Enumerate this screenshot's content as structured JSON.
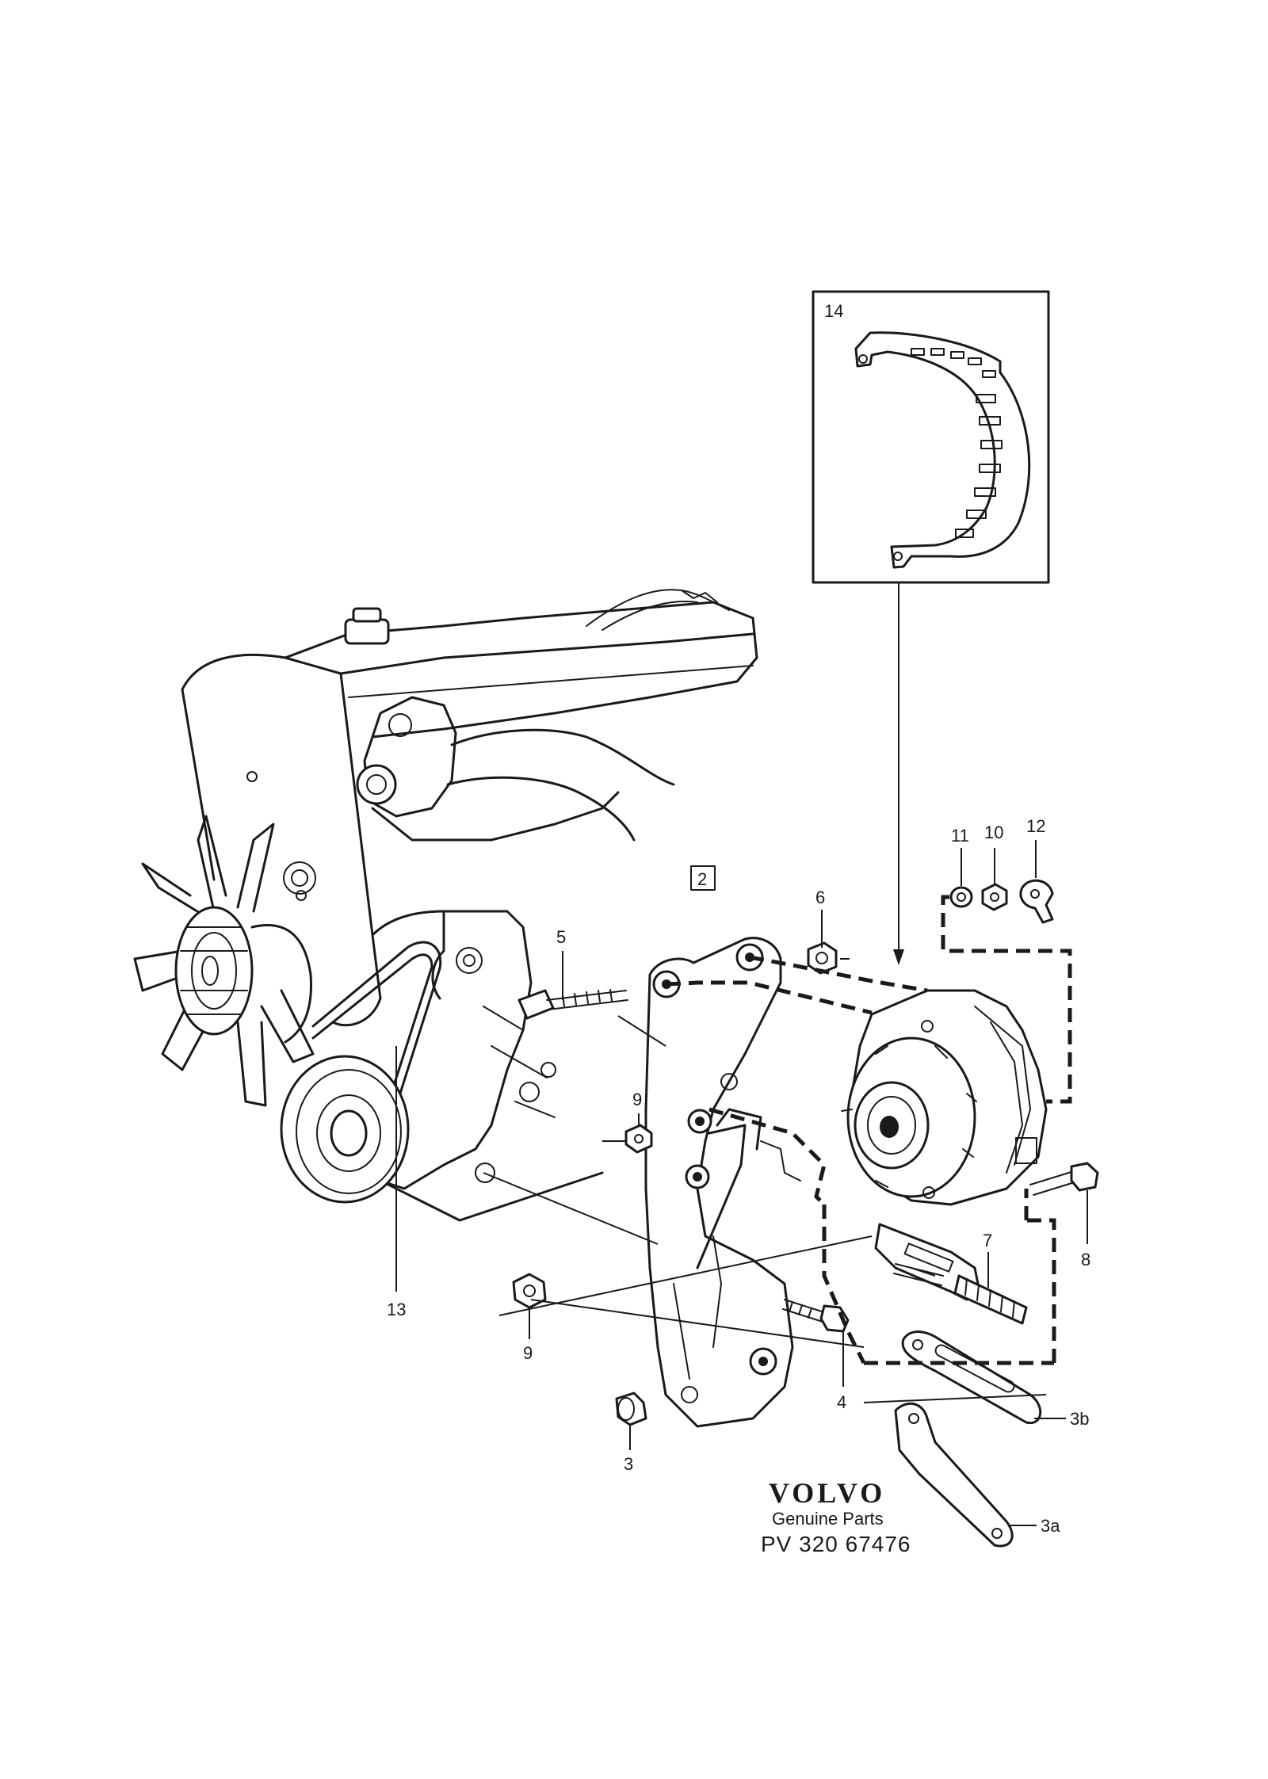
{
  "labels": {
    "p14": "14",
    "p2": "2",
    "p5": "5",
    "p6": "6",
    "p11": "11",
    "p10": "10",
    "p12": "12",
    "p9a": "9",
    "p9b": "9",
    "p13": "13",
    "p3": "3",
    "p4": "4",
    "p7": "7",
    "p8": "8",
    "p3b": "3b",
    "p3a": "3a"
  },
  "brand": {
    "name": "VOLVO",
    "tagline": "Genuine Parts",
    "code": "PV 320 67476"
  }
}
